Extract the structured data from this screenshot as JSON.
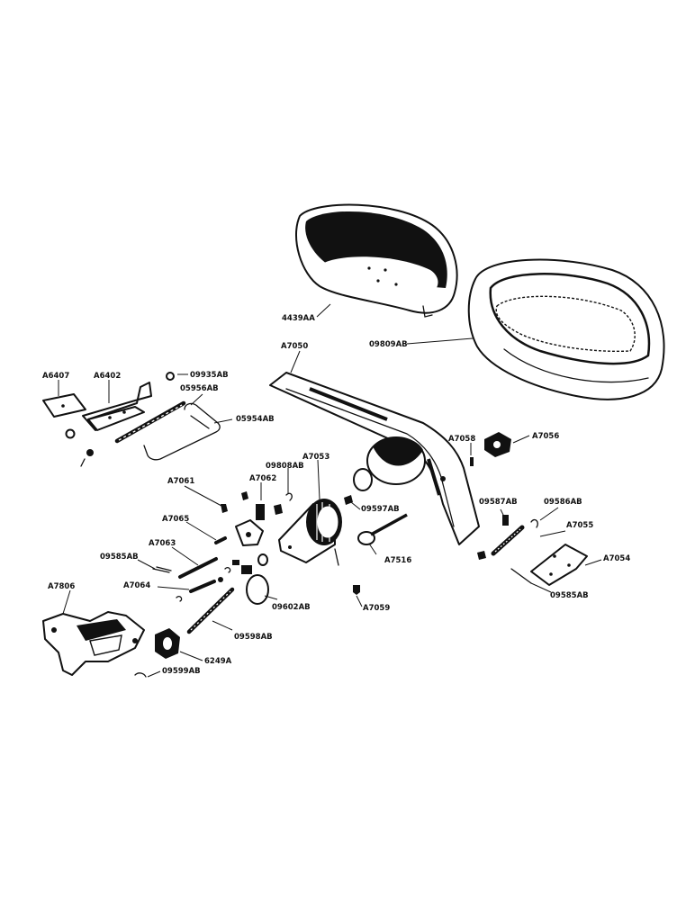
{
  "labels": {
    "seat_pan": "4439AA",
    "seat_cushion": "09809AB",
    "seat_spring": "A7050",
    "plate_left": "A6407",
    "bracket_left": "A6402",
    "hole_plug": "09935AB",
    "rod": "05956AB",
    "wire_link": "05954AB",
    "hub_upper": "A7056",
    "bolt_small": "A7058",
    "bracket_rear": "A7053",
    "clip_upper": "09808AB",
    "cam": "A7062",
    "nut_pin": "A7061",
    "pin_short": "A7065",
    "pin_long": "A7063",
    "cotter_a": "09585AB",
    "pin_link": "A7064",
    "base": "A7806",
    "washer_mid": "09597AB",
    "shock": "A7516",
    "bolt_lower": "A7059",
    "washer_big": "09602AB",
    "bolt_long": "09598AB",
    "knob": "6249A",
    "screw": "09599AB",
    "cotter_b": "09587AB",
    "clip_right": "09586AB",
    "spring_right": "A7055",
    "plate_right": "A7054",
    "cotter_c": "09585AB"
  }
}
